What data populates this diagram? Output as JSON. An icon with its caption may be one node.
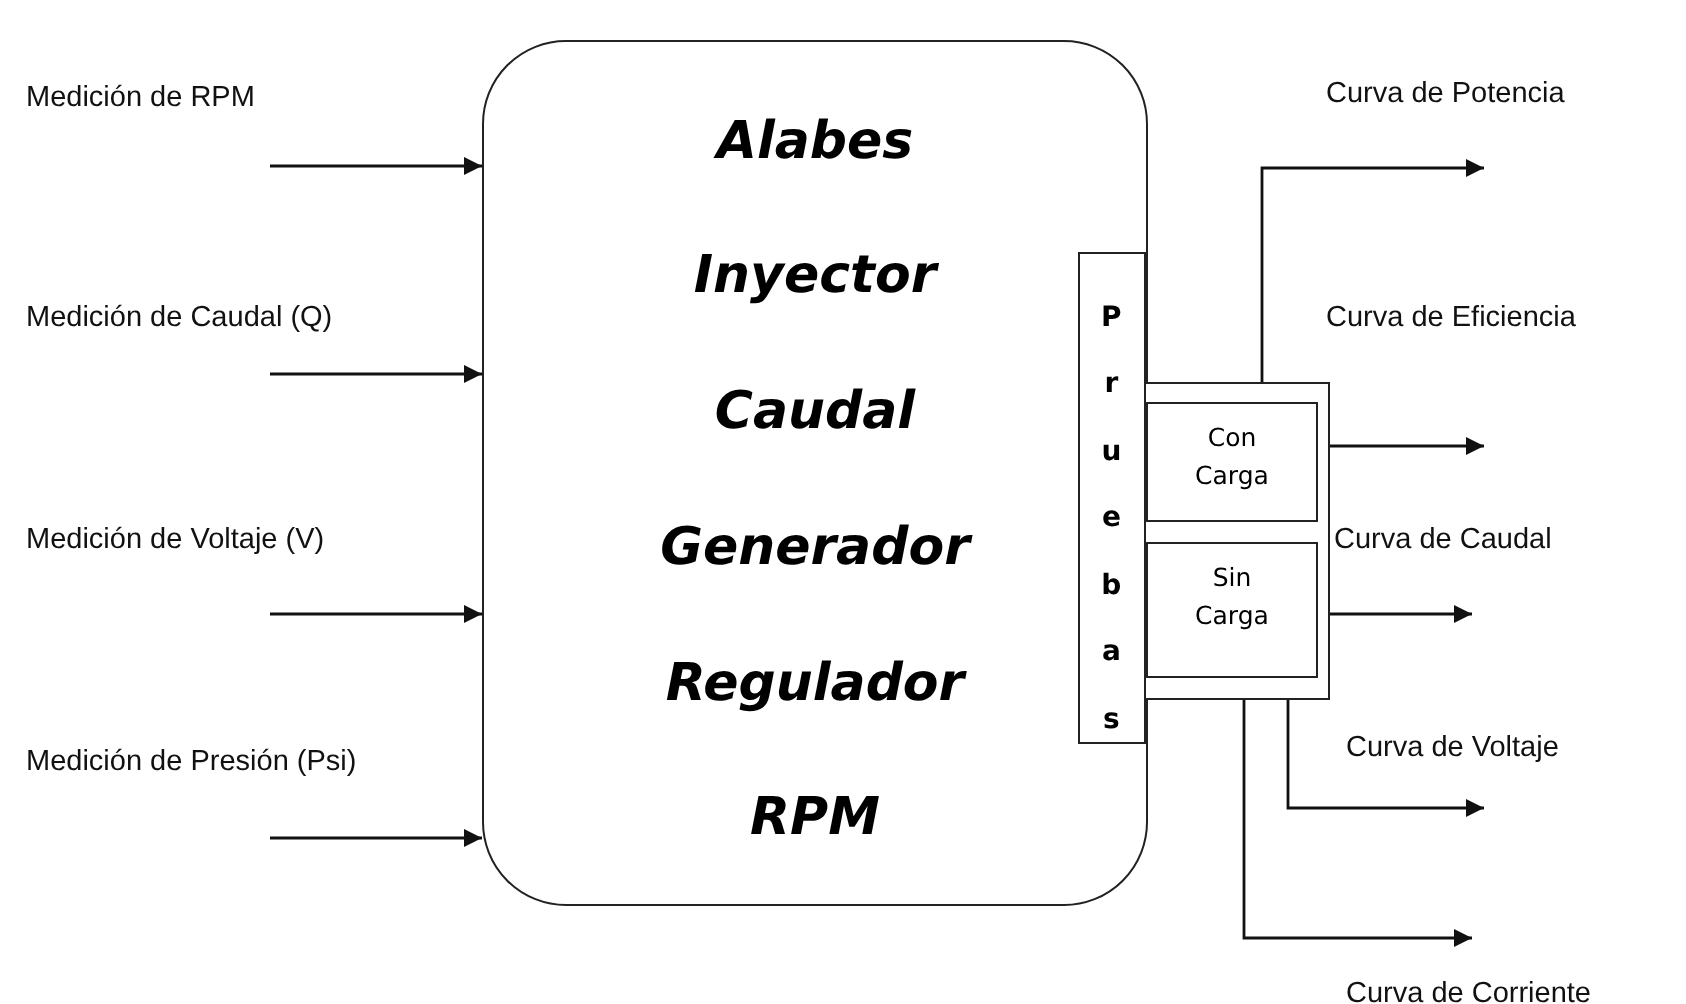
{
  "diagram": {
    "nodes": [
      {
        "text": [
          "Alabes",
          "Inyector",
          "Caudal",
          "Generador",
          "Regulador",
          "RPM"
        ]
      },
      {
        "text": [
          "Pruebas"
        ],
        "in": 0
      },
      {
        "text": [],
        "shape": "box"
      },
      {
        "text": [
          "Con Carga"
        ],
        "in": 2
      },
      {
        "text": [
          "Sin Carga"
        ],
        "in": 2
      }
    ],
    "edges": [
      {
        "from": null,
        "to": 0,
        "arrow": "to"
      },
      {
        "from": null,
        "to": 0,
        "arrow": "to"
      },
      {
        "from": null,
        "to": 0,
        "arrow": "to"
      },
      {
        "from": null,
        "to": 0,
        "arrow": "to"
      },
      {
        "from": 2,
        "to": null,
        "arrow": "to"
      },
      {
        "from": 2,
        "to": null,
        "arrow": "to"
      },
      {
        "from": 2,
        "to": null,
        "arrow": "to"
      },
      {
        "from": 2,
        "to": null,
        "arrow": "to"
      },
      {
        "from": 2,
        "to": null,
        "arrow": "to"
      }
    ],
    "labels": [
      "Medición de RPM",
      "Curva de Potencia",
      "Medición de Caudal  (Q)",
      "Curva de Eficiencia",
      "Medición de Voltaje (V)",
      "Curva de Caudal",
      "Medición de Presión (Psi)",
      "Curva de Voltaje",
      "Curva de Corriente"
    ]
  }
}
